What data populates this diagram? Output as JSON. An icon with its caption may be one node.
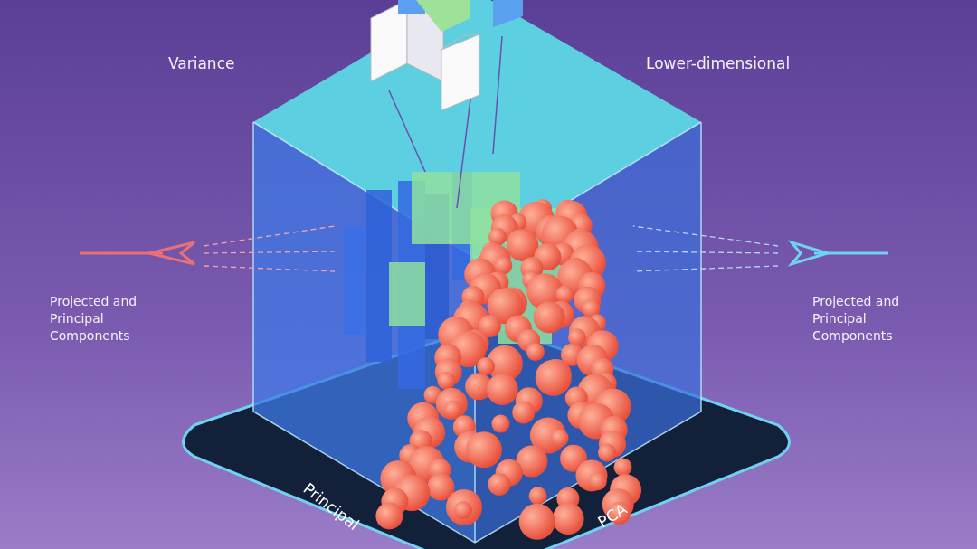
{
  "diagram": {
    "labels": [
      "Variance",
      "Lower-dimensional",
      "Projected and Principal Components",
      "Projected and Principal Components",
      "Principal",
      "PCA"
    ]
  }
}
